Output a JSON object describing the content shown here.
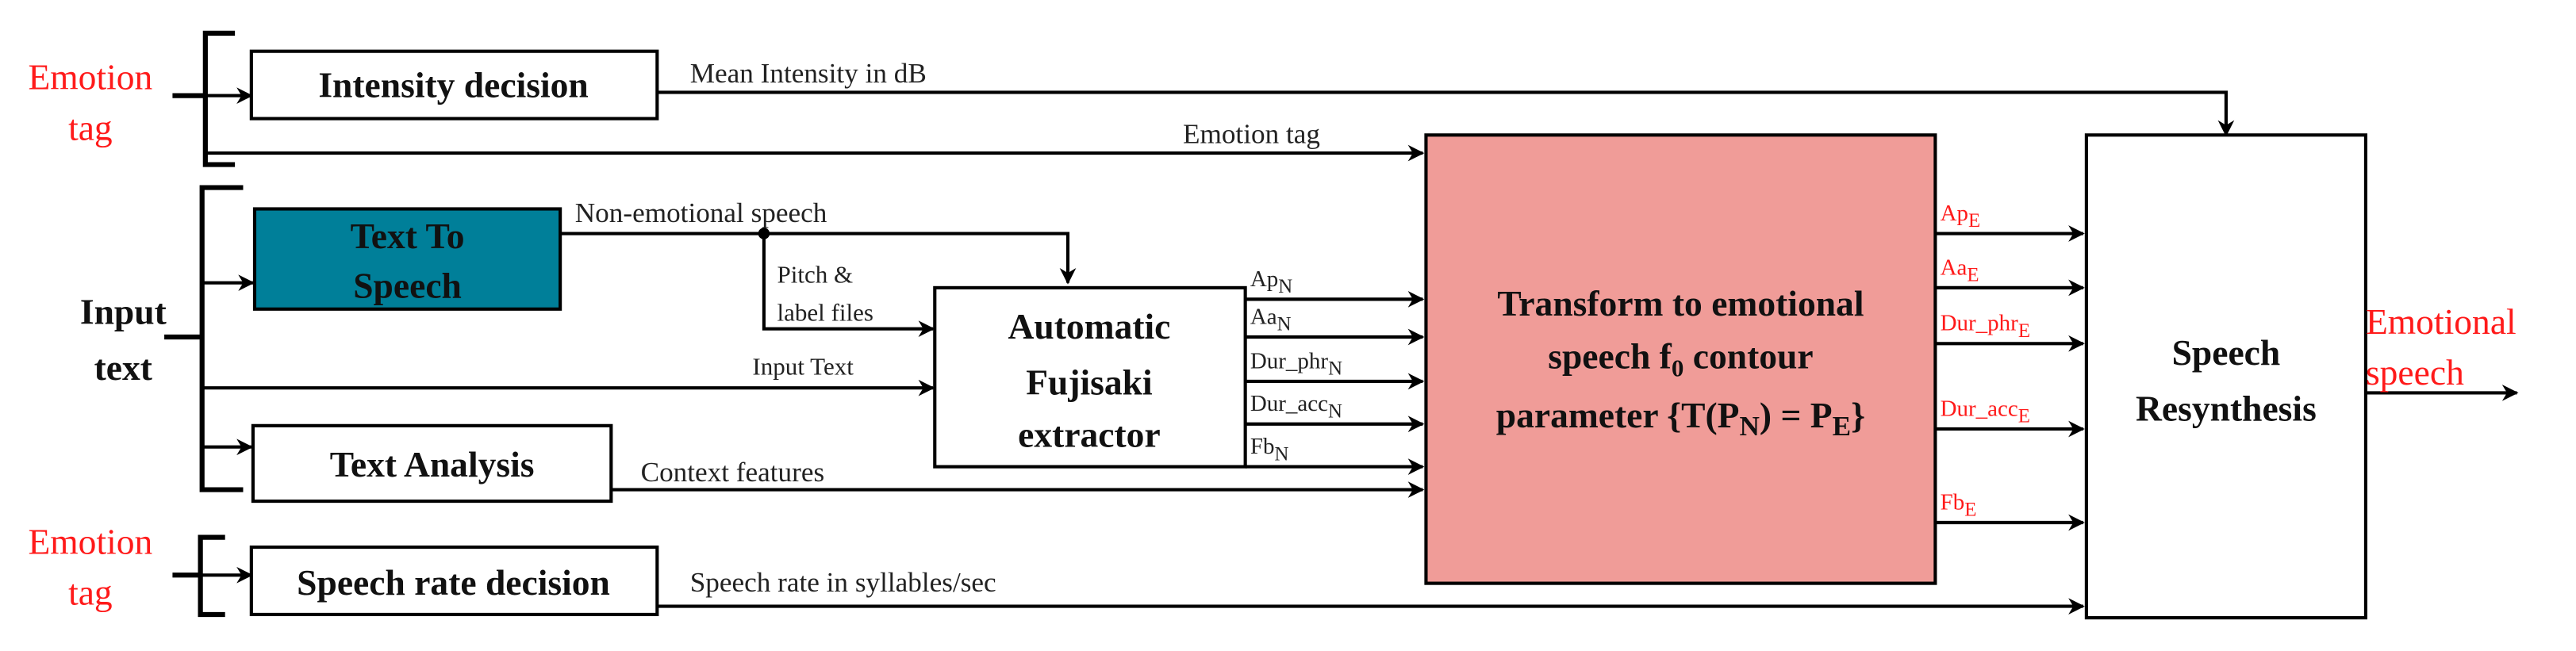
{
  "colors": {
    "tts_fill": "#007f99",
    "transform_fill": "#f09c98",
    "accent_red": "#ff1a1a"
  },
  "inputs": {
    "emotion_tag_top": [
      "Emotion",
      "tag"
    ],
    "input_text": [
      "Input",
      "text"
    ],
    "emotion_tag_bottom": [
      "Emotion",
      "tag"
    ]
  },
  "boxes": {
    "intensity": "Intensity decision",
    "tts": [
      "Text To",
      "Speech"
    ],
    "text_analysis": "Text Analysis",
    "speech_rate": "Speech rate decision",
    "fujisaki": [
      "Automatic",
      "Fujisaki",
      "extractor"
    ],
    "transform": {
      "line1": "Transform to emotional",
      "line2a": "speech f",
      "line2sub": "0",
      "line2b": " contour",
      "line3a": "parameter {T(P",
      "line3sub1": "N",
      "line3b": ") = P",
      "line3sub2": "E",
      "line3c": "}"
    },
    "resynthesis": [
      "Speech",
      "Resynthesis"
    ]
  },
  "edges": {
    "mean_intensity": "Mean Intensity in dB",
    "emotion_tag": "Emotion tag",
    "non_emotional": "Non-emotional speech",
    "pitch_label": [
      "Pitch &",
      "label files"
    ],
    "input_text": "Input Text",
    "context": "Context features",
    "speech_rate": "Speech rate in syllables/sec"
  },
  "neutral_params": [
    {
      "base": "Ap",
      "sub": "N"
    },
    {
      "base": "Aa",
      "sub": "N"
    },
    {
      "base": "Dur_phr",
      "sub": "N"
    },
    {
      "base": "Dur_acc",
      "sub": "N"
    },
    {
      "base": "Fb",
      "sub": "N"
    }
  ],
  "emotional_params": [
    {
      "base": "Ap",
      "sub": "E"
    },
    {
      "base": "Aa",
      "sub": "E"
    },
    {
      "base": "Dur_phr",
      "sub": "E"
    },
    {
      "base": "Dur_acc",
      "sub": "E"
    },
    {
      "base": "Fb",
      "sub": "E"
    }
  ],
  "output": [
    "Emotional",
    "speech"
  ]
}
